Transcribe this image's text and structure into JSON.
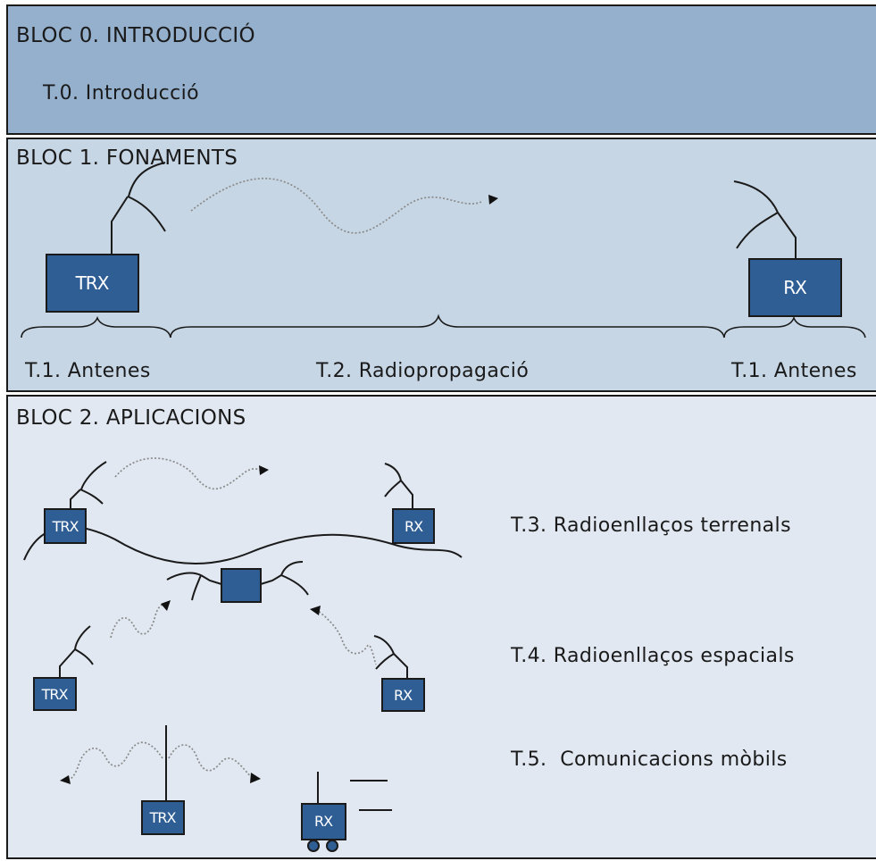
{
  "bloc0": {
    "title": "BLOC 0. INTRODUCCIÓ",
    "topic": "T.0. Introducció"
  },
  "bloc1": {
    "title": "BLOC 1. FONAMENTS",
    "transmitter": "TRX",
    "receiver": "RX",
    "topic_left": "T.1. Antenes",
    "topic_center": "T.2. Radiopropagació",
    "topic_right": "T.1. Antenes"
  },
  "bloc2": {
    "title": "BLOC 2. APLICACIONS",
    "transmitter": "TRX",
    "receiver": "RX",
    "topics": [
      "T.3. Radioenllaços terrenals",
      "T.4. Radioenllaços espacials",
      "T.5.  Comunicacions mòbils"
    ]
  },
  "colors": {
    "bloc0_bg": "#95b0cd",
    "bloc1_bg": "#c6d6e5",
    "bloc2_bg": "#e1e8f1",
    "box": "#2f5e95"
  }
}
